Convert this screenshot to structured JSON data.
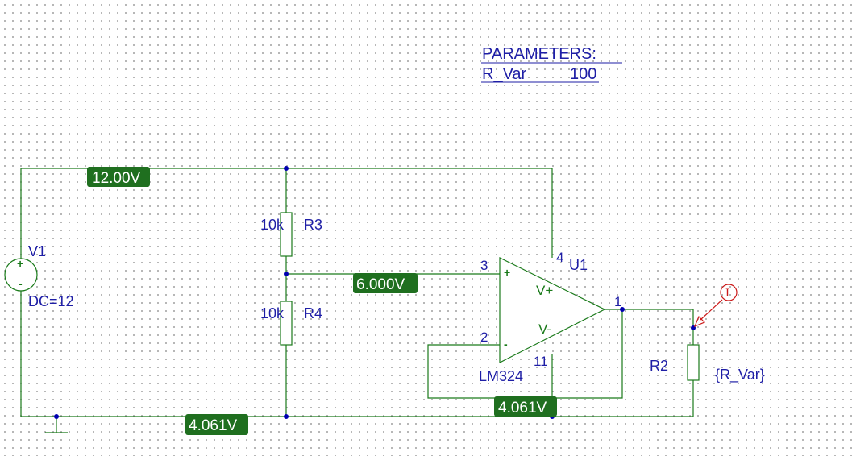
{
  "parameters": {
    "header": "PARAMETERS:",
    "name": "R_Var",
    "value": "100"
  },
  "source": {
    "ref": "V1",
    "value": "DC=12",
    "plus": "+",
    "minus": "-"
  },
  "resistors": {
    "r3": {
      "ref": "R3",
      "value": "10k"
    },
    "r4": {
      "ref": "R4",
      "value": "10k"
    },
    "r2": {
      "ref": "R2",
      "value": "{R_Var}"
    }
  },
  "opamp": {
    "ref": "U1",
    "part": "LM324",
    "pin_noninv": "3",
    "pin_inv": "2",
    "pin_vpos": "4",
    "pin_vneg": "11",
    "pin_out": "1",
    "label_vpos": "V+",
    "label_vneg": "V-",
    "sign_plus": "+",
    "sign_minus": "-"
  },
  "voltage_markers": {
    "top_rail": "12.00V",
    "mid_node": "6.000V",
    "ground_rail": "4.061V",
    "feedback_node": "4.061V"
  },
  "current_probe": {
    "symbol": "I",
    "color": "#cc1a1a"
  },
  "colors": {
    "wire": "#1a7a1a",
    "label": "#1e1ea6",
    "marker_bg": "#1f6f1f"
  }
}
